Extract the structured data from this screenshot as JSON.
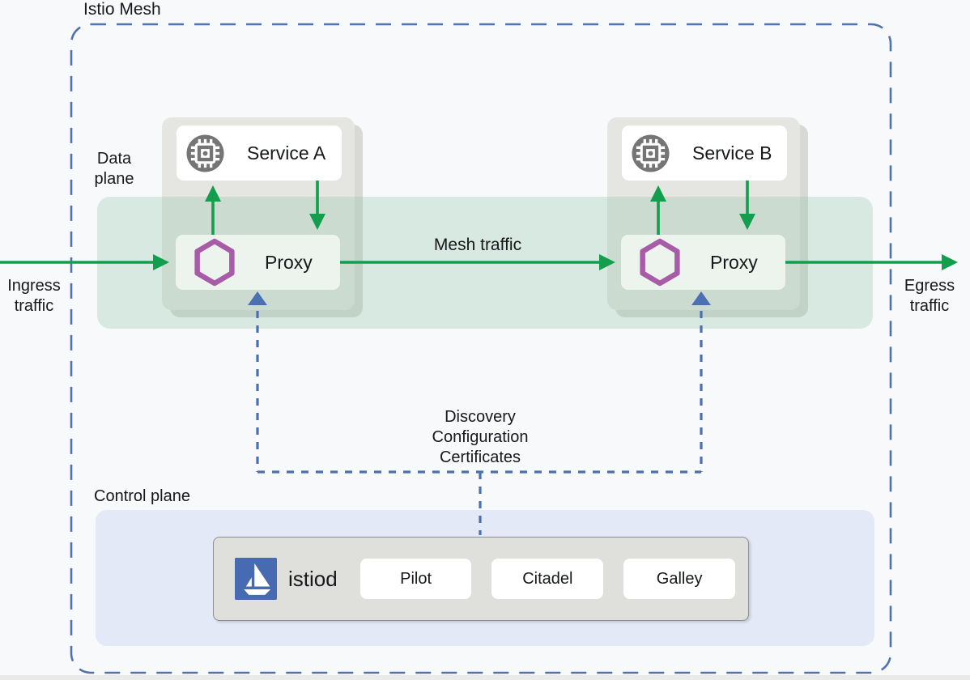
{
  "title": "Istio Mesh",
  "labels": {
    "data_plane": "Data plane",
    "control_plane": "Control plane",
    "ingress": "Ingress traffic",
    "egress": "Egress traffic",
    "mesh_traffic": "Mesh traffic",
    "control_channel": {
      "line1": "Discovery",
      "line2": "Configuration",
      "line3": "Certificates"
    }
  },
  "pods": [
    {
      "service": "Service A",
      "proxy": "Proxy"
    },
    {
      "service": "Service B",
      "proxy": "Proxy"
    }
  ],
  "istiod": {
    "label": "istiod",
    "components": [
      "Pilot",
      "Citadel",
      "Galley"
    ]
  },
  "icons": {
    "service": "microchip-icon",
    "proxy": "hexagon-outline-icon",
    "istiod": "istio-sailboat-logo"
  },
  "colors": {
    "traffic_green": "#129e4d",
    "control_blue": "#4a70b0",
    "mesh_border_blue": "#5173ad",
    "istio_blue": "#466bb0",
    "proxy_purple": "#a85ba6",
    "data_plane_band": "rgba(151,199,172,0.32)",
    "control_plane_bg": "#e3e9f6",
    "pod_bg": "#e5e5e2",
    "service_icon_gray": "#757575"
  }
}
